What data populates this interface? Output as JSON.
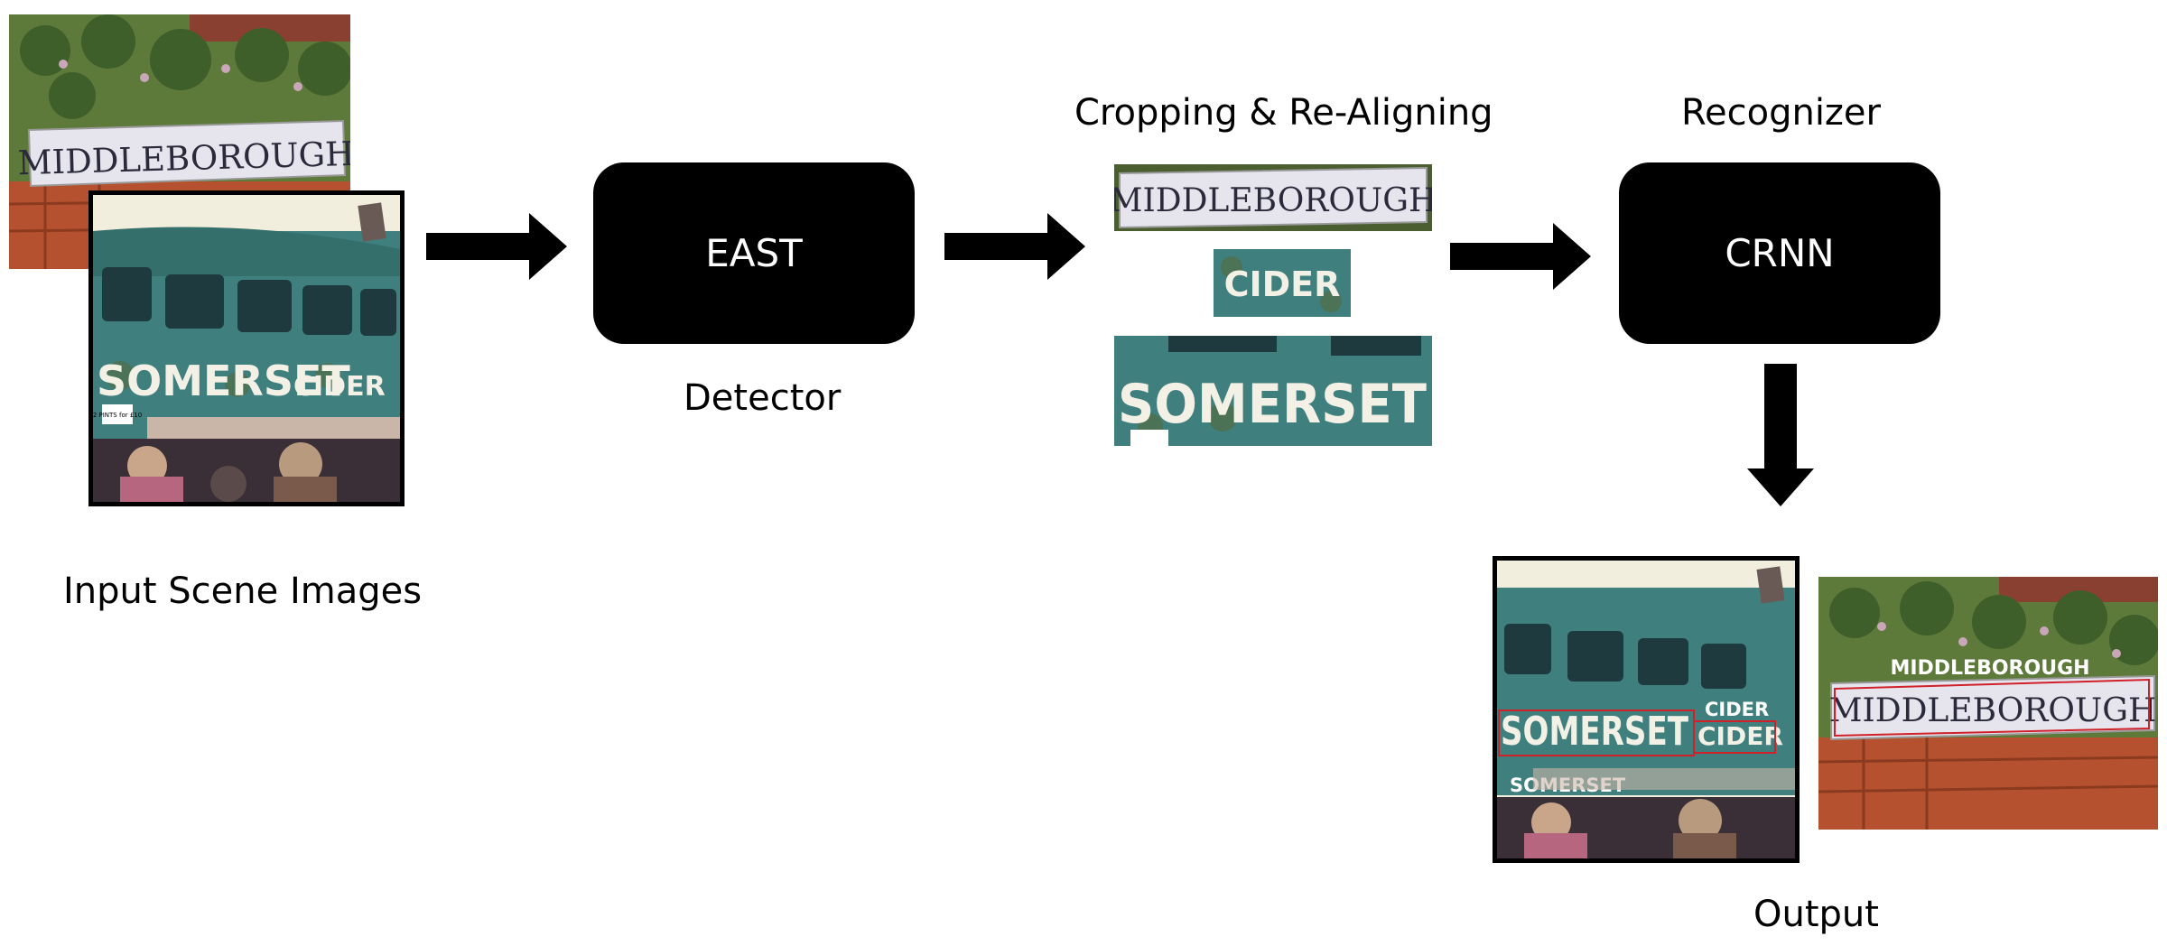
{
  "stages": {
    "input_label": "Input Scene Images",
    "detector_block": "EAST",
    "detector_label": "Detector",
    "crop_label": "Cropping & Re-Aligning",
    "recognizer_label": "Recognizer",
    "recognizer_block": "CRNN",
    "output_label": "Output"
  },
  "scene_text": {
    "sign": "MIDDLEBOROUGH",
    "bus_word_1": "SOMERSET",
    "bus_word_2": "CIDER",
    "price_tag": "2 PINTS for £10"
  },
  "crops": [
    "MIDDLEBOROUGH",
    "CIDER",
    "SOMERSET"
  ],
  "recognized": {
    "sign": "MIDDLEBOROUGH",
    "word_1": "SOMERSET",
    "word_2": "CIDER"
  },
  "colors": {
    "block": "#000000",
    "detection_box": "#d0202a",
    "bus_teal": "#3f7f7e",
    "brick": "#b5512e",
    "foliage": "#4f6e32"
  }
}
